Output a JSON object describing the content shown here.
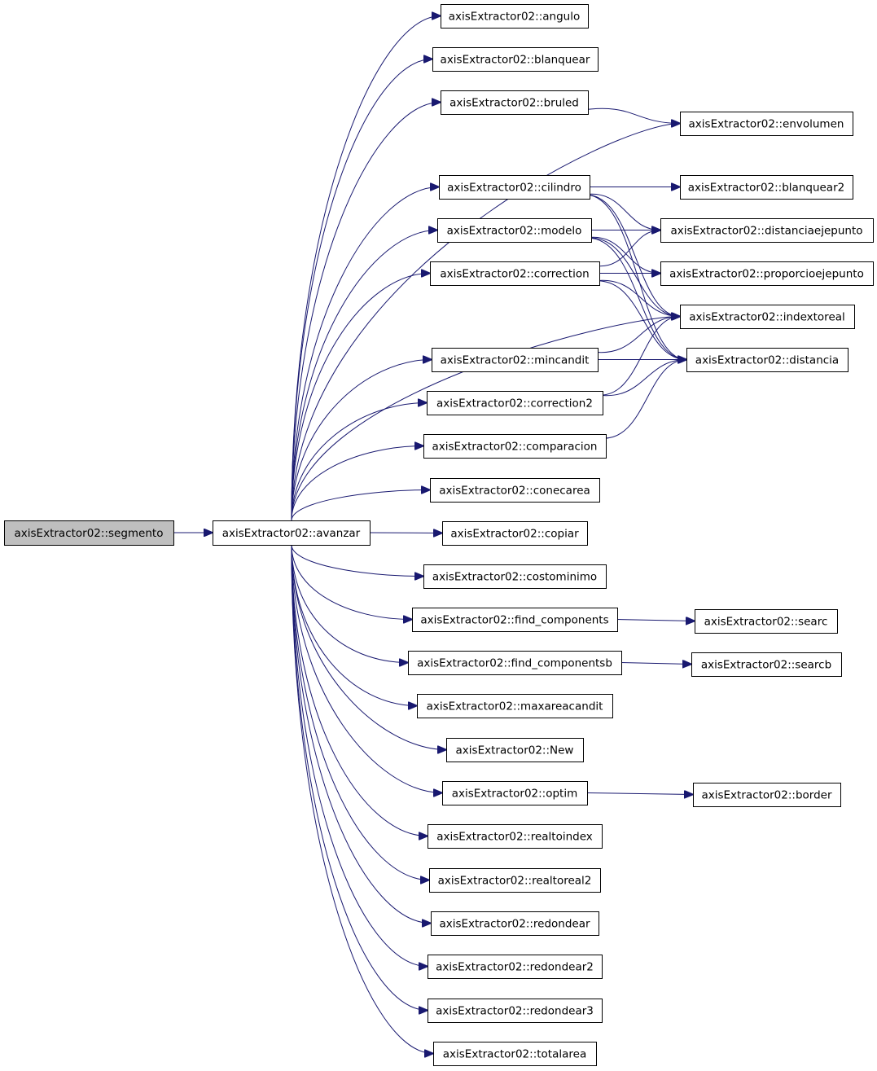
{
  "graph": {
    "edge_color": "#191970",
    "root_fill": "#bfbfbf",
    "nodes": [
      {
        "id": "segmento",
        "label": "axisExtractor02::segmento",
        "root": true
      },
      {
        "id": "avanzar",
        "label": "axisExtractor02::avanzar"
      },
      {
        "id": "angulo",
        "label": "axisExtractor02::angulo"
      },
      {
        "id": "blanquear",
        "label": "axisExtractor02::blanquear"
      },
      {
        "id": "bruled",
        "label": "axisExtractor02::bruled"
      },
      {
        "id": "envolumen",
        "label": "axisExtractor02::envolumen"
      },
      {
        "id": "cilindro",
        "label": "axisExtractor02::cilindro"
      },
      {
        "id": "blanquear2",
        "label": "axisExtractor02::blanquear2"
      },
      {
        "id": "modelo",
        "label": "axisExtractor02::modelo"
      },
      {
        "id": "distanciaejepunto",
        "label": "axisExtractor02::distanciaejepunto"
      },
      {
        "id": "correction",
        "label": "axisExtractor02::correction"
      },
      {
        "id": "proporcioejepunto",
        "label": "axisExtractor02::proporcioejepunto"
      },
      {
        "id": "indextoreal",
        "label": "axisExtractor02::indextoreal"
      },
      {
        "id": "mincandit",
        "label": "axisExtractor02::mincandit"
      },
      {
        "id": "distancia",
        "label": "axisExtractor02::distancia"
      },
      {
        "id": "correction2",
        "label": "axisExtractor02::correction2"
      },
      {
        "id": "comparacion",
        "label": "axisExtractor02::comparacion"
      },
      {
        "id": "conecarea",
        "label": "axisExtractor02::conecarea"
      },
      {
        "id": "copiar",
        "label": "axisExtractor02::copiar"
      },
      {
        "id": "costominimo",
        "label": "axisExtractor02::costominimo"
      },
      {
        "id": "find_components",
        "label": "axisExtractor02::find_components"
      },
      {
        "id": "searc",
        "label": "axisExtractor02::searc"
      },
      {
        "id": "find_componentsb",
        "label": "axisExtractor02::find_componentsb"
      },
      {
        "id": "searcb",
        "label": "axisExtractor02::searcb"
      },
      {
        "id": "maxareacandit",
        "label": "axisExtractor02::maxareacandit"
      },
      {
        "id": "New",
        "label": "axisExtractor02::New"
      },
      {
        "id": "optim",
        "label": "axisExtractor02::optim"
      },
      {
        "id": "border",
        "label": "axisExtractor02::border"
      },
      {
        "id": "realtoindex",
        "label": "axisExtractor02::realtoindex"
      },
      {
        "id": "realtoreal2",
        "label": "axisExtractor02::realtoreal2"
      },
      {
        "id": "redondear",
        "label": "axisExtractor02::redondear"
      },
      {
        "id": "redondear2",
        "label": "axisExtractor02::redondear2"
      },
      {
        "id": "redondear3",
        "label": "axisExtractor02::redondear3"
      },
      {
        "id": "totalarea",
        "label": "axisExtractor02::totalarea"
      }
    ],
    "edges": [
      [
        "segmento",
        "avanzar"
      ],
      [
        "avanzar",
        "angulo"
      ],
      [
        "avanzar",
        "blanquear"
      ],
      [
        "avanzar",
        "bruled"
      ],
      [
        "avanzar",
        "envolumen"
      ],
      [
        "avanzar",
        "cilindro"
      ],
      [
        "avanzar",
        "modelo"
      ],
      [
        "avanzar",
        "correction"
      ],
      [
        "avanzar",
        "indextoreal"
      ],
      [
        "avanzar",
        "mincandit"
      ],
      [
        "avanzar",
        "correction2"
      ],
      [
        "avanzar",
        "comparacion"
      ],
      [
        "avanzar",
        "conecarea"
      ],
      [
        "avanzar",
        "copiar"
      ],
      [
        "avanzar",
        "costominimo"
      ],
      [
        "avanzar",
        "find_components"
      ],
      [
        "avanzar",
        "find_componentsb"
      ],
      [
        "avanzar",
        "maxareacandit"
      ],
      [
        "avanzar",
        "New"
      ],
      [
        "avanzar",
        "optim"
      ],
      [
        "avanzar",
        "realtoindex"
      ],
      [
        "avanzar",
        "realtoreal2"
      ],
      [
        "avanzar",
        "redondear"
      ],
      [
        "avanzar",
        "redondear2"
      ],
      [
        "avanzar",
        "redondear3"
      ],
      [
        "avanzar",
        "totalarea"
      ],
      [
        "bruled",
        "envolumen"
      ],
      [
        "cilindro",
        "blanquear2"
      ],
      [
        "cilindro",
        "distanciaejepunto"
      ],
      [
        "cilindro",
        "indextoreal"
      ],
      [
        "cilindro",
        "distancia"
      ],
      [
        "modelo",
        "distanciaejepunto"
      ],
      [
        "modelo",
        "proporcioejepunto"
      ],
      [
        "modelo",
        "indextoreal"
      ],
      [
        "modelo",
        "distancia"
      ],
      [
        "correction",
        "distanciaejepunto"
      ],
      [
        "correction",
        "proporcioejepunto"
      ],
      [
        "correction",
        "indextoreal"
      ],
      [
        "correction",
        "distancia"
      ],
      [
        "mincandit",
        "indextoreal"
      ],
      [
        "mincandit",
        "distancia"
      ],
      [
        "correction2",
        "indextoreal"
      ],
      [
        "correction2",
        "distancia"
      ],
      [
        "comparacion",
        "distancia"
      ],
      [
        "find_components",
        "searc"
      ],
      [
        "find_componentsb",
        "searcb"
      ],
      [
        "optim",
        "border"
      ]
    ]
  }
}
